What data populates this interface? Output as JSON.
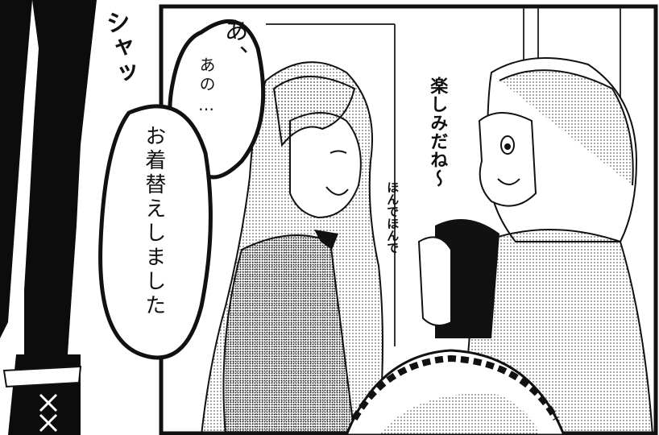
{
  "panel": {
    "sfx_text": "シャッ",
    "bubble_line_1": "あ、",
    "bubble_line_2": "あの…",
    "bubble_line_3": "お着替えしました",
    "friend_line_1": "楽しみだね〜",
    "sfx_small": "ほんでほんで"
  },
  "colors": {
    "ink": "#111111",
    "paper": "#ffffff",
    "screentone": "#d9d9d9"
  }
}
